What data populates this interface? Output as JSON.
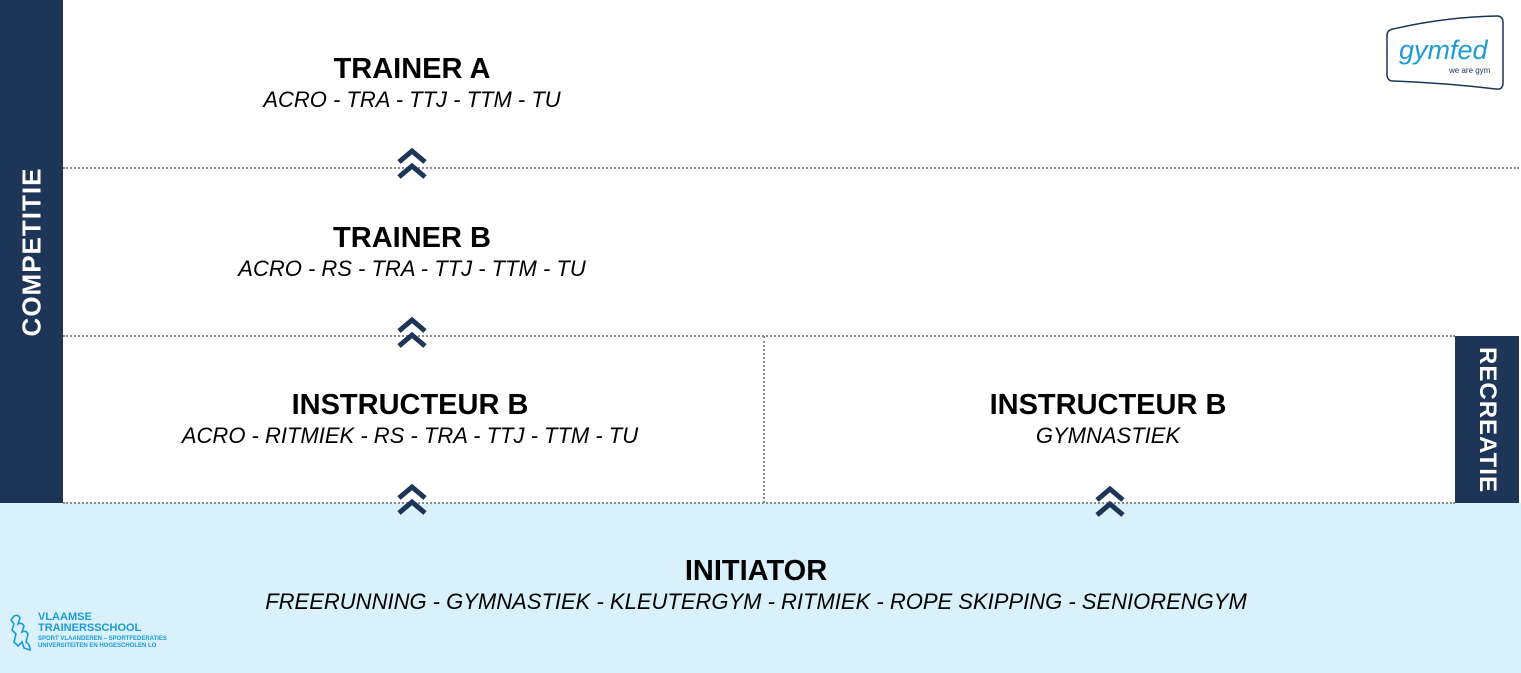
{
  "axis": {
    "competitie": "COMPETITIE",
    "recreatie": "RECREATIE"
  },
  "levels": {
    "trainer_a": {
      "title": "TRAINER A",
      "disciplines": "ACRO - TRA - TTJ - TTM - TU"
    },
    "trainer_b": {
      "title": "TRAINER B",
      "disciplines": "ACRO - RS - TRA - TTJ - TTM - TU"
    },
    "instructeur_b_comp": {
      "title": "INSTRUCTEUR B",
      "disciplines": "ACRO - RITMIEK - RS - TRA - TTJ - TTM - TU"
    },
    "instructeur_b_rec": {
      "title": "INSTRUCTEUR B",
      "disciplines": "GYMNASTIEK"
    },
    "initiator": {
      "title": "INITIATOR",
      "disciplines": "FREERUNNING - GYMNASTIEK - KLEUTERGYM - RITMIEK - ROPE SKIPPING - SENIORENGYM"
    }
  },
  "logos": {
    "gymfed": {
      "name": "gymfed",
      "tagline": "we are gym"
    },
    "vts": {
      "line1": "VLAAMSE",
      "line2": "TRAINERSSCHOOL",
      "line3": "SPORT VLAANDEREN – SPORTFEDERATIES",
      "line4": "UNIVERSITEITEN EN HOGESCHOLEN LO"
    }
  },
  "colors": {
    "navy": "#1d3557",
    "light_blue": "#d8f1fb",
    "logo_blue": "#1e9ad6"
  }
}
